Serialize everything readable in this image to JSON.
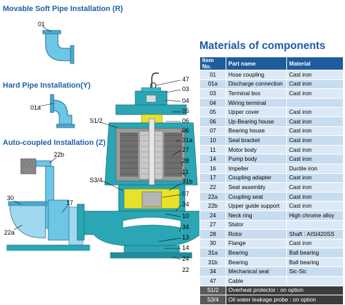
{
  "sections": {
    "movable": "Movable Soft Pipe Installation (R)",
    "hard": "Hard Pipe  Installation(Y)",
    "auto": "Auto-coupled Installation (Z)"
  },
  "materials_title": "Materials of components",
  "table": {
    "headers": [
      "Item No.",
      "Part name",
      "Material"
    ],
    "rows": [
      [
        "01",
        "Hose coupling",
        "Cast iron"
      ],
      [
        "01a",
        "Discharge connection",
        "Cast iron"
      ],
      [
        "03",
        "Terminal box",
        "Cast iron"
      ],
      [
        "04",
        "Wiring terminal",
        ""
      ],
      [
        "05",
        "Upper cover",
        "Cast iron"
      ],
      [
        "06",
        "Up-Bearing house",
        "Cast iron"
      ],
      [
        "07",
        "Bearing house",
        "Cast iron"
      ],
      [
        "10",
        "Seal bracket",
        "Cast iron"
      ],
      [
        "11",
        "Motor body",
        "Cast iron"
      ],
      [
        "14",
        "Pump body",
        "Cast iron"
      ],
      [
        "16",
        "Impeller",
        "Ductile iron"
      ],
      [
        "17",
        "Coupling adapter",
        "Cast iron"
      ],
      [
        "22",
        "Seat assembly",
        "Cast iron"
      ],
      [
        "22a",
        "Coupling seat",
        "Cast iron"
      ],
      [
        "22b",
        "Upper guide support",
        "Cast iron"
      ],
      [
        "24",
        "Neck ring",
        "High chrome alloy"
      ],
      [
        "27",
        "Stator",
        ""
      ],
      [
        "28",
        "Rotor",
        "Shaft : AISI420SS"
      ],
      [
        "30",
        "Flange",
        "Cast iron"
      ],
      [
        "31a",
        "Bearing",
        "Ball bearing"
      ],
      [
        "31b",
        "Bearing",
        "Ball bearing"
      ],
      [
        "34",
        "Mechanical seal",
        "Sic-Sic"
      ],
      [
        "47",
        "Cable",
        ""
      ]
    ],
    "options": [
      [
        "S1/2",
        "Overheat protector : on option"
      ],
      [
        "S3/4",
        "Oil water leakage probe : on option"
      ]
    ]
  },
  "callouts": {
    "r_01": "01",
    "y_01a": "01a",
    "z_22b": "22b",
    "z_30": "30",
    "z_17": "17",
    "z_22a": "22a",
    "p_47": "47",
    "p_03": "03",
    "p_04": "04",
    "p_05": "05",
    "p_06a": "06",
    "p_s12": "S1/2",
    "p_06b": "06",
    "p_31a": "31a",
    "p_27": "27",
    "p_28": "28",
    "p_11": "11",
    "p_31b": "31b",
    "p_s34": "S3/4",
    "p_07": "07",
    "p_34": "34",
    "p_10": "10",
    "p_34b": "34",
    "p_13": "13",
    "p_14": "14",
    "p_24": "24",
    "p_22": "22"
  },
  "colors": {
    "title_blue": "#1f5fa8",
    "header_blue": "#1e5c9c",
    "row_light": "#dbe9f6",
    "row_alt": "#c7dcef",
    "pipe_cyan": "#6cc6e6",
    "body_teal": "#2aa6b4",
    "stator_grey": "#707070",
    "oil_yellow": "#e8e22a",
    "option_dark": "#3c3c3c"
  }
}
